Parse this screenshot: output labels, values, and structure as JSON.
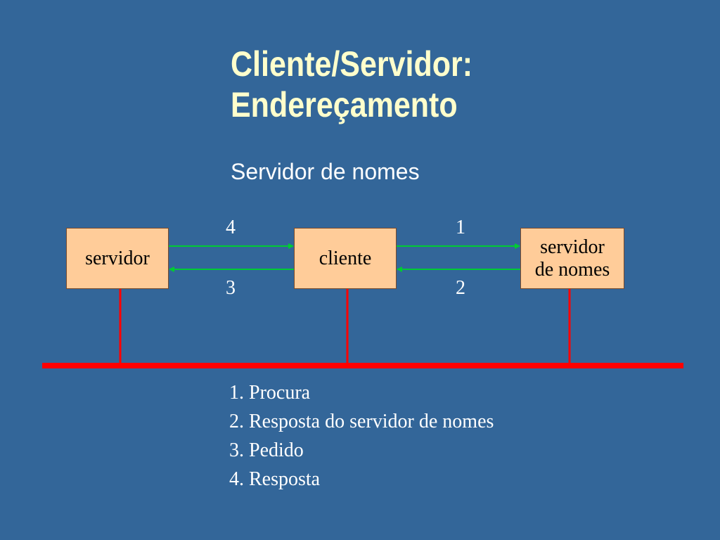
{
  "title": {
    "line1": "Cliente/Servidor:",
    "line2": "Endereçamento"
  },
  "subtitle": "Servidor de nomes",
  "diagram": {
    "nodes": {
      "servidor": "servidor",
      "cliente": "cliente",
      "name_server": {
        "line1": "servidor",
        "line2": "de nomes"
      }
    },
    "arrow_labels": {
      "left_top": "4",
      "left_bottom": "3",
      "right_top": "1",
      "right_bottom": "2"
    },
    "colors": {
      "background": "#336699",
      "title": "#ffffcc",
      "box_fill": "#ffcc99",
      "arrows": "#00cc33",
      "network": "#ff0000"
    }
  },
  "steps": [
    "1. Procura",
    "2. Resposta do servidor de nomes",
    "3. Pedido",
    "4. Resposta"
  ]
}
